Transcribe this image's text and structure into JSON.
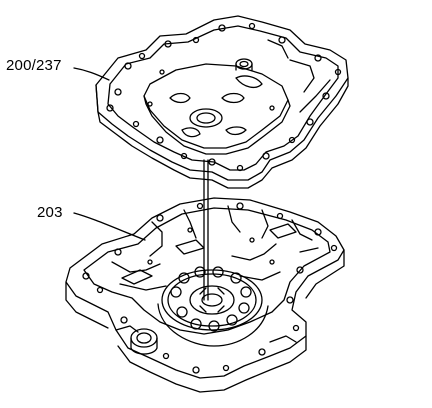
{
  "callouts": [
    {
      "id": "cover-plate",
      "label": "200/237"
    },
    {
      "id": "pump-body",
      "label": "203"
    }
  ],
  "colors": {
    "line": "#000000",
    "background": "#ffffff"
  }
}
